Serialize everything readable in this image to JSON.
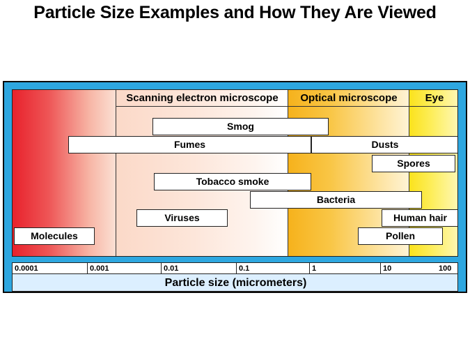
{
  "title": "Particle Size Examples and How They Are Viewed",
  "zones": {
    "sem": "Scanning electron microscope",
    "optical": "Optical microscope",
    "eye": "Eye"
  },
  "particles": {
    "smog": "Smog",
    "fumes": "Fumes",
    "dusts": "Dusts",
    "spores": "Spores",
    "tobacco_smoke": "Tobacco smoke",
    "bacteria": "Bacteria",
    "viruses": "Viruses",
    "human_hair": "Human hair",
    "molecules": "Molecules",
    "pollen": "Pollen"
  },
  "scale": {
    "ticks": [
      "0.0001",
      "0.001",
      "0.01",
      "0.1",
      "1",
      "10",
      "100"
    ],
    "label": "Particle size (micrometers)"
  },
  "colors": {
    "frame": "#2ea7e0",
    "red_zone": "#e8222c",
    "sem_zone": "#fbd9c8",
    "optical_zone": "#f6b21c",
    "eye_zone": "#fbe21c",
    "scale_background": "#dcefff"
  }
}
